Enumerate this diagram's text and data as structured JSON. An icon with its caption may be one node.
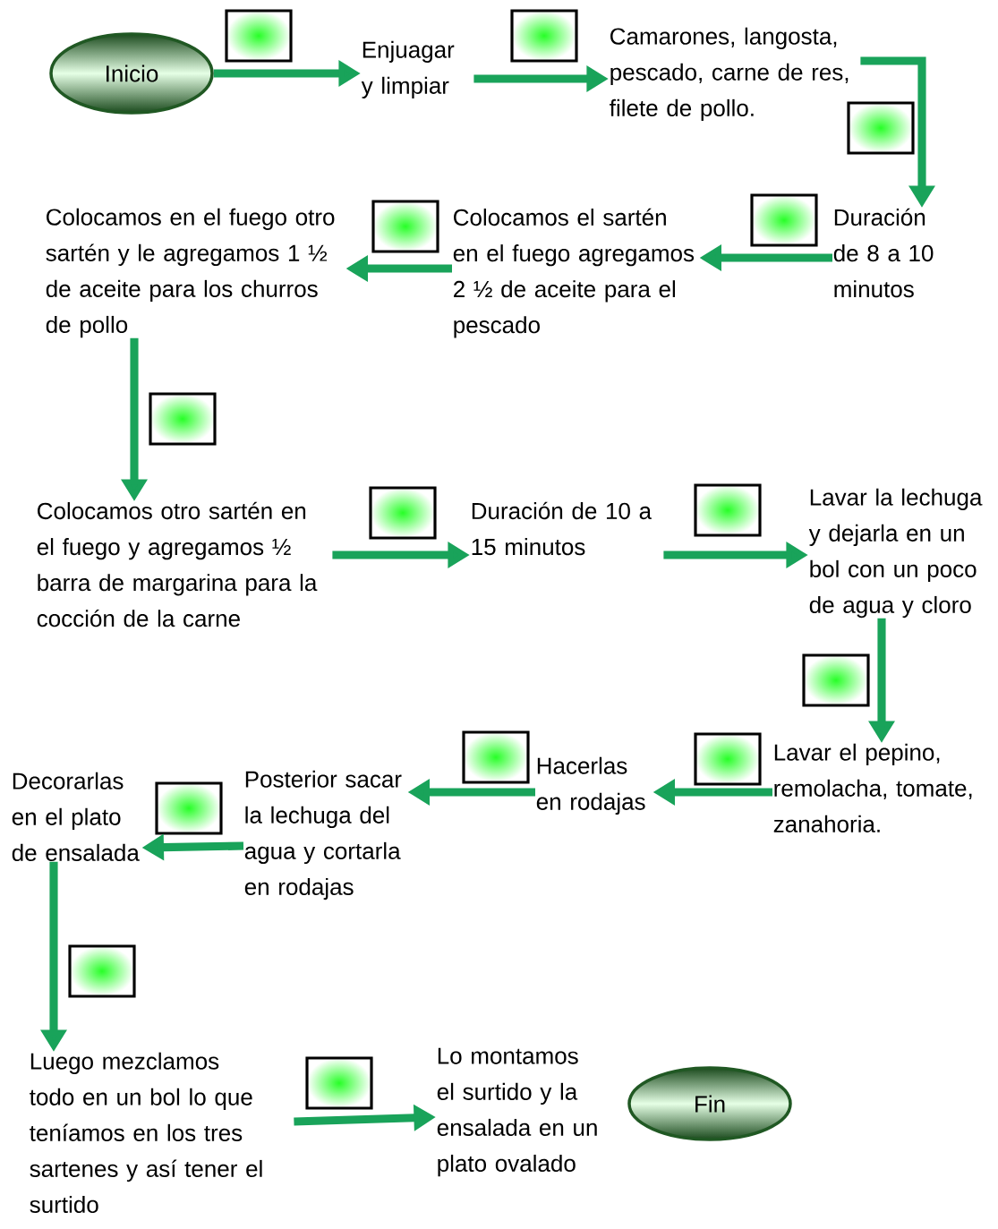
{
  "diagram": {
    "nodes": [
      {
        "text": [
          "Inicio"
        ]
      },
      {
        "text": [
          "Enjuagar y limpiar"
        ]
      },
      {
        "text": [
          "Camarones, langosta, pescado, carne de res, filete de pollo."
        ]
      },
      {
        "text": [
          "Duración de 8 a 10 minutos"
        ]
      },
      {
        "text": [
          "Colocamos el sartén en el fuego agregamos 2 ½ de aceite para el pescado"
        ]
      },
      {
        "text": [
          "Colocamos en el fuego otro sartén y le agregamos 1 ½ de aceite para los churros de pollo"
        ]
      },
      {
        "text": [
          "Colocamos otro sartén en el fuego y agregamos ½ barra de margarina para la cocción de la carne"
        ]
      },
      {
        "text": [
          "Duración de 10 a 15 minutos"
        ]
      },
      {
        "text": [
          "Lavar la lechuga y dejarla en un bol con un poco de agua y cloro"
        ]
      },
      {
        "text": [
          "Lavar el pepino, remolacha, tomate, zanahoria."
        ]
      },
      {
        "text": [
          "Hacerlas en rodajas"
        ]
      },
      {
        "text": [
          "Posterior sacar la lechuga del agua y cortarla en rodajas"
        ]
      },
      {
        "text": [
          "Decorarlas en el plato de ensalada"
        ]
      },
      {
        "text": [
          "Luego mezclamos todo en un bol lo que teníamos en los tres sartenes y así tener el surtido"
        ]
      },
      {
        "text": [
          "Lo montamos el surtido y la ensalada en un plato ovalado"
        ]
      },
      {
        "text": [
          "Fin"
        ]
      }
    ],
    "edges": [
      {
        "from": 0,
        "to": 1,
        "arrow": "to"
      },
      {
        "from": 1,
        "to": 2,
        "arrow": "to"
      },
      {
        "from": 2,
        "to": 3,
        "arrow": "to"
      },
      {
        "from": 3,
        "to": 4,
        "arrow": "to"
      },
      {
        "from": 4,
        "to": 5,
        "arrow": "to"
      },
      {
        "from": 5,
        "to": 6,
        "arrow": "to"
      },
      {
        "from": 6,
        "to": 7,
        "arrow": "to"
      },
      {
        "from": 7,
        "to": 8,
        "arrow": "to"
      },
      {
        "from": 8,
        "to": 9,
        "arrow": "to"
      },
      {
        "from": 9,
        "to": 10,
        "arrow": "to"
      },
      {
        "from": 10,
        "to": 11,
        "arrow": "to"
      },
      {
        "from": 11,
        "to": 12,
        "arrow": "to"
      },
      {
        "from": 12,
        "to": 13,
        "arrow": "to"
      },
      {
        "from": 13,
        "to": 14,
        "arrow": "to"
      }
    ]
  }
}
